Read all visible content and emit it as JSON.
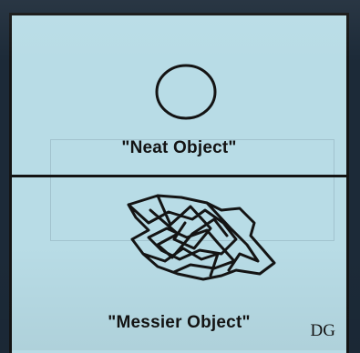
{
  "top_panel": {
    "label": "\"Neat Object\""
  },
  "bottom_panel": {
    "label": "\"Messier Object\"",
    "initials": "DG"
  },
  "colors": {
    "background": "#b8dce6",
    "ink": "#141414"
  }
}
